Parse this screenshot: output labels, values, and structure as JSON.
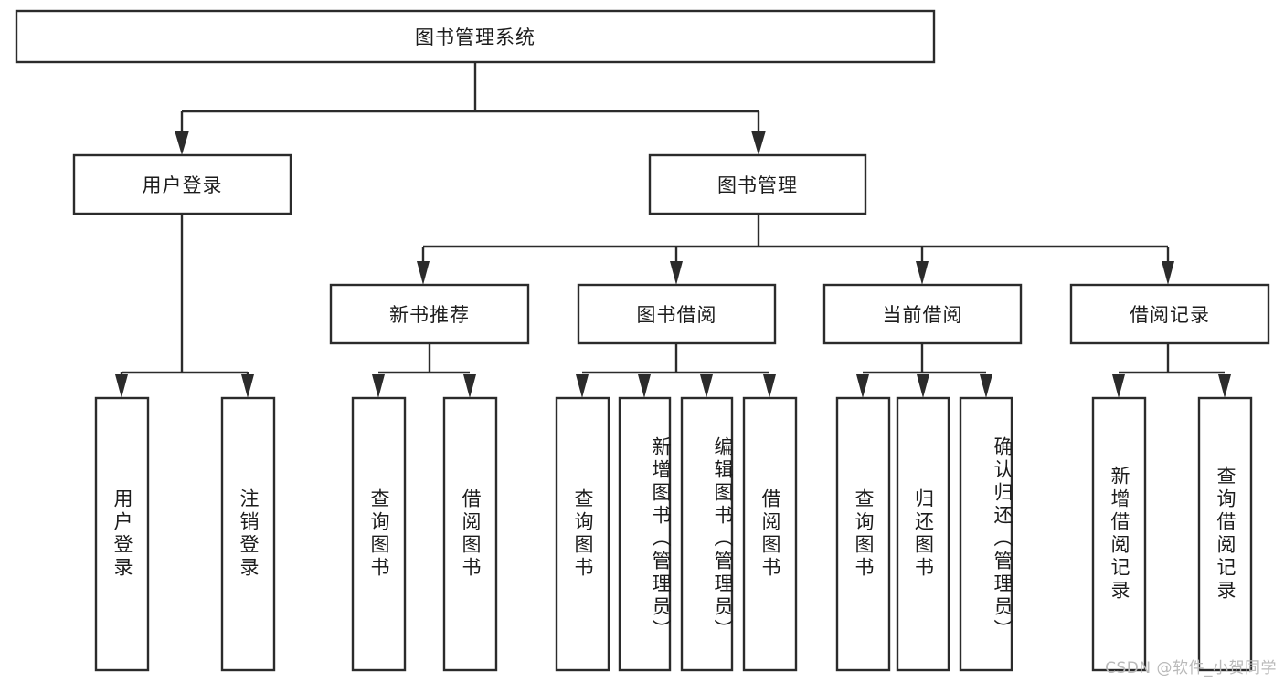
{
  "diagram": {
    "title": "图书管理系统",
    "watermark": "CSDN @软件_小贺同学",
    "colors": {
      "stroke": "#2b2b2b",
      "fill": "#ffffff",
      "text": "#1c1c1c",
      "watermark": "#b9b9b9"
    },
    "root": {
      "label": "图书管理系统"
    },
    "level1": [
      {
        "label": "用户登录"
      },
      {
        "label": "图书管理"
      }
    ],
    "level2": [
      {
        "label": "新书推荐"
      },
      {
        "label": "图书借阅"
      },
      {
        "label": "当前借阅"
      },
      {
        "label": "借阅记录"
      }
    ],
    "leaves": {
      "user_login": [
        {
          "label": "用户登录"
        },
        {
          "label": "注销登录"
        }
      ],
      "new_book": [
        {
          "label": "查询图书"
        },
        {
          "label": "借阅图书"
        }
      ],
      "book_borrow": [
        {
          "label": "查询图书"
        },
        {
          "label": "新增图书（管理员）"
        },
        {
          "label": "编辑图书（管理员）"
        },
        {
          "label": "借阅图书"
        }
      ],
      "current_borrow": [
        {
          "label": "查询图书"
        },
        {
          "label": "归还图书"
        },
        {
          "label": "确认归还（管理员）"
        }
      ],
      "borrow_record": [
        {
          "label": "新增借阅记录"
        },
        {
          "label": "查询借阅记录"
        }
      ]
    }
  }
}
